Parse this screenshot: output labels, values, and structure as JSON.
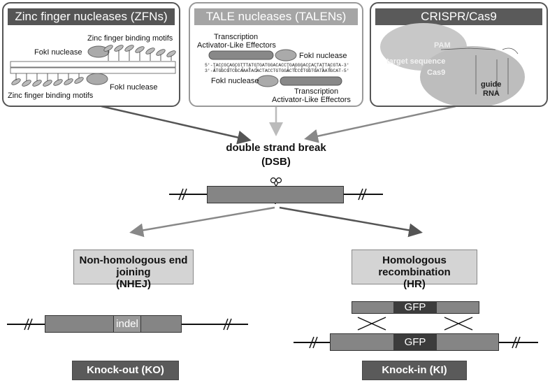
{
  "zfn": {
    "title": "Zinc finger nucleases (ZFNs)",
    "fok_top": "FokI nuclease",
    "fok_bottom": "FokI nuclease",
    "motifs_top": "Zinc finger binding motifs",
    "motifs_bottom": "Zinc finger binding motifs"
  },
  "talen": {
    "title": "TALE nucleases (TALENs)",
    "tale_top_l1": "Transcription",
    "tale_top_l2": "Activator-Like Effectors",
    "fok_top": "FokI nuclease",
    "seq1": "5'-TACCGCAGCGTTTATGTGATGGACACCTGAGGGACCACTATTACGTA-3'",
    "seq2": "3'-ATGGCGTCGCAAATACACTACCTGTGGACTCCCTGGTGATAATGCAT-5'",
    "fok_bottom": "FokI nuclease",
    "tale_bottom_l1": "Transcription",
    "tale_bottom_l2": "Activator-Like Effectors"
  },
  "crispr": {
    "title": "CRISPR/Cas9",
    "pam": "PAM",
    "target": "target sequence",
    "cas9": "Cas9",
    "guide": "guide",
    "rna": "RNA"
  },
  "dsb": {
    "line1": "double strand break",
    "line2": "(DSB)"
  },
  "nhej": {
    "line1": "Non-homologous end joining",
    "line2": "(NHEJ)",
    "indel": "indel",
    "outcome": "Knock-out (KO)"
  },
  "hr": {
    "line1": "Homologous recombination",
    "line2": "(HR)",
    "gfp_top": "GFP",
    "gfp_bottom": "GFP",
    "outcome": "Knock-in (KI)"
  }
}
